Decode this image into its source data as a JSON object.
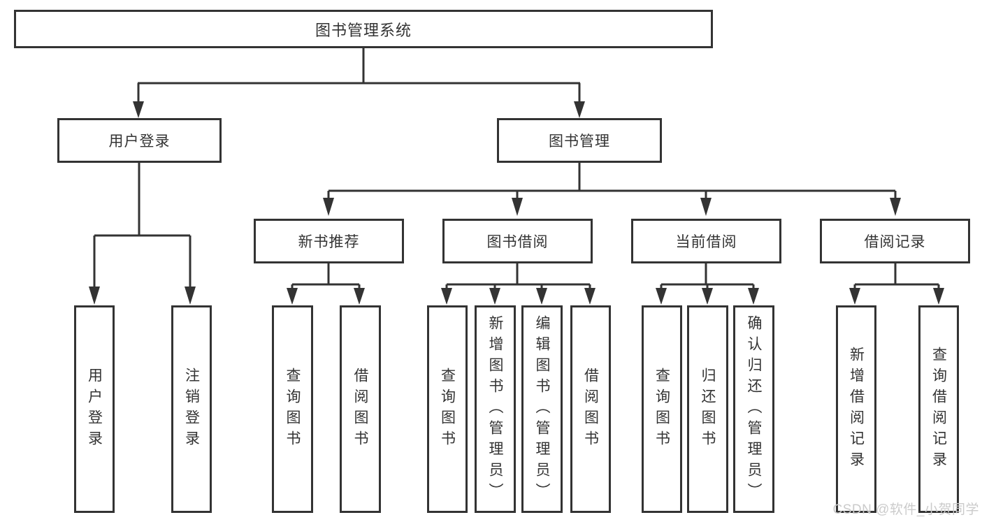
{
  "nodes": {
    "root": "图书管理系统",
    "user_login": "用户登录",
    "book_management": "图书管理",
    "new_book_recommend": "新书推荐",
    "book_borrow": "图书借阅",
    "current_borrow": "当前借阅",
    "borrow_records": "借阅记录",
    "leaf_user_login": "用户登录",
    "leaf_logout": "注销登录",
    "leaf_query_books_recommend": "查询图书",
    "leaf_borrow_books_recommend": "借阅图书",
    "leaf_query_books_borrow": "查询图书",
    "leaf_add_books_admin": "新增图书（管理员）",
    "leaf_edit_books_admin": "编辑图书（管理员）",
    "leaf_borrow_books_borrow": "借阅图书",
    "leaf_query_books_current": "查询图书",
    "leaf_return_books": "归还图书",
    "leaf_confirm_return_admin": "确认归还（管理员）",
    "leaf_add_borrow_record": "新增借阅记录",
    "leaf_query_borrow_record": "查询借阅记录"
  },
  "watermark": "CSDN @软件_小贺同学",
  "colors": {
    "line": "#333333",
    "text": "#333333",
    "background": "#ffffff",
    "watermark": "#cbcbcb"
  }
}
